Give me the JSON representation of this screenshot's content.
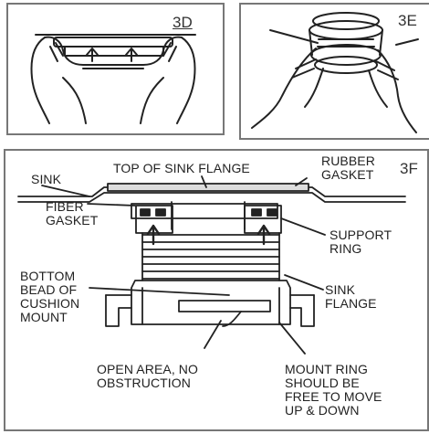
{
  "panels": [
    {
      "id": "3D",
      "label": "3D"
    },
    {
      "id": "3E",
      "label": "3E"
    },
    {
      "id": "3F",
      "label": "3F"
    }
  ],
  "callouts": {
    "sink": "SINK",
    "top_of_sink_flange": "TOP OF SINK FLANGE",
    "rubber_gasket": [
      "RUBBER",
      "GASKET"
    ],
    "fiber_gasket": [
      "FIBER",
      "GASKET"
    ],
    "support_ring": [
      "SUPPORT",
      "RING"
    ],
    "bottom_bead": [
      "BOTTOM",
      "BEAD OF",
      "CUSHION",
      "MOUNT"
    ],
    "sink_flange": [
      "SINK",
      "FLANGE"
    ],
    "open_area": [
      "OPEN AREA, NO",
      "OBSTRUCTION"
    ],
    "mount_ring": [
      "MOUNT RING",
      "SHOULD BE",
      "FREE TO MOVE",
      "UP & DOWN"
    ]
  }
}
